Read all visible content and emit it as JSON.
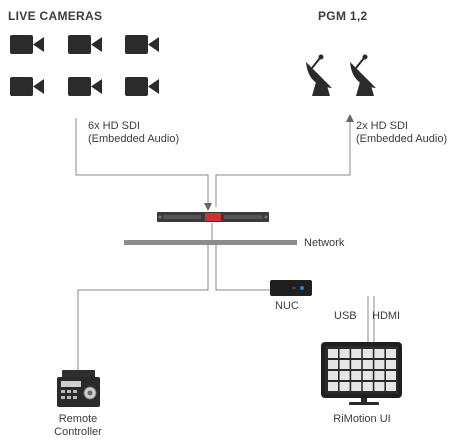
{
  "headings": {
    "live_cameras": "LIVE CAMERAS",
    "pgm": "PGM 1,2"
  },
  "links": {
    "camera_feed_line1": "6x HD SDI",
    "camera_feed_line2": "(Embedded Audio)",
    "pgm_feed_line1": "2x HD SDI",
    "pgm_feed_line2": "(Embedded Audio)",
    "usb": "USB",
    "hdmi": "HDMI"
  },
  "nodes": {
    "network": "Network",
    "nuc": "NUC",
    "remote_line1": "Remote",
    "remote_line2": "Controller",
    "ui": "RiMotion UI"
  },
  "counts": {
    "cameras": 6,
    "satellite_dishes": 2
  },
  "icons": [
    "camera-icon",
    "satellite-dish-icon",
    "rack-server-icon",
    "network-bar-icon",
    "nuc-icon",
    "joystick-controller-icon",
    "touchscreen-monitor-icon"
  ],
  "colors": {
    "icon": "#2b2b2b",
    "line": "#8a8a8a",
    "network": "#8c8c8c",
    "server": "#3a3a3a",
    "accent": "#d32f2f",
    "text": "#3c3c3c"
  }
}
